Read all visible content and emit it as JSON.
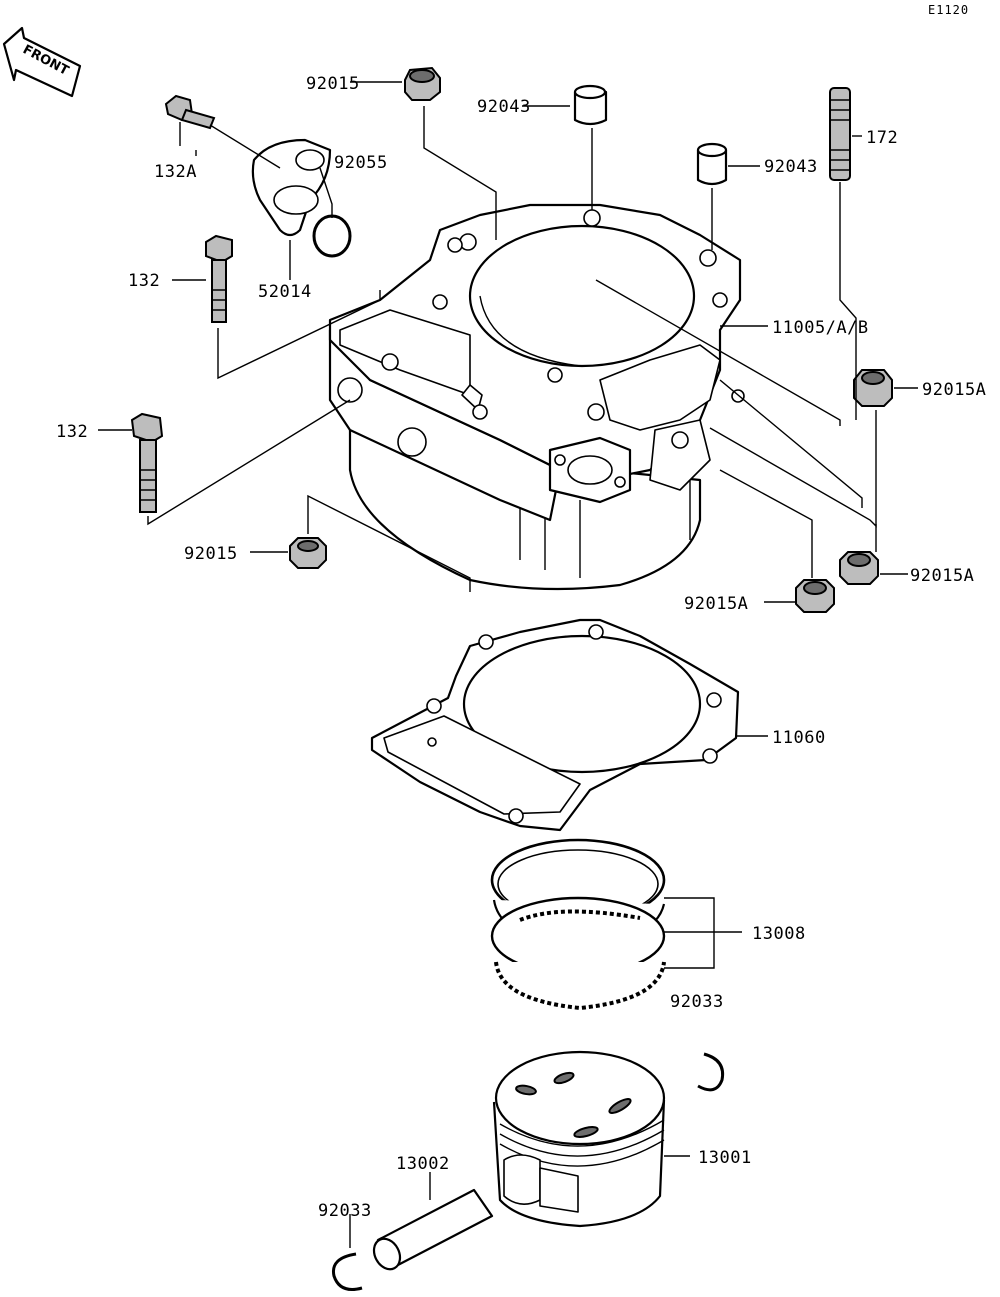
{
  "diagram_code": "E1120",
  "front_label": "FRONT",
  "parts": {
    "p92015_top": "92015",
    "p92043_a": "92043",
    "p92043_b": "92043",
    "p172": "172",
    "p132A": "132A",
    "p92055": "92055",
    "p52014": "52014",
    "p132_a": "132",
    "p132_b": "132",
    "p11005": "11005/A/B",
    "p92015A_right": "92015A",
    "p92015_left": "92015",
    "p92015A_bottom": "92015A",
    "p92015A_lower_right": "92015A",
    "p11060": "11060",
    "p13008": "13008",
    "p92033_ring": "92033",
    "p13001": "13001",
    "p13002": "13002",
    "p92033_clip": "92033"
  },
  "icons": {
    "front_arrow": "front-arrow-icon"
  }
}
